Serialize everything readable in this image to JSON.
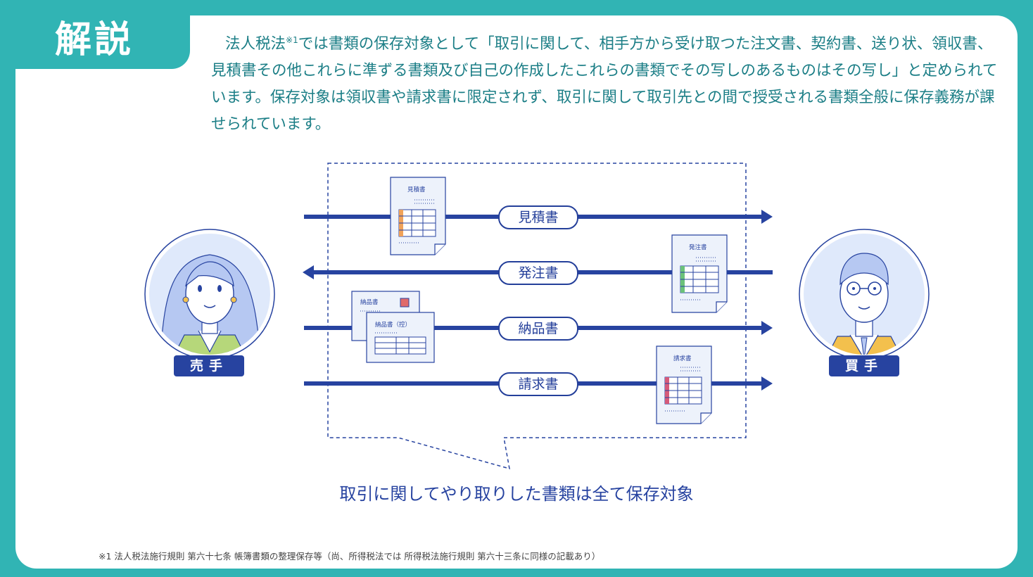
{
  "header": {
    "title": "解説"
  },
  "intro": {
    "lead": "法人税法",
    "footnote_mark": "※1",
    "body": "では書類の保存対象として「取引に関して、相手方から受け取つた注文書、契約書、送り状、領収書、見積書その他これらに準ずる書類及び自己の作成したこれらの書類でその写しのあるものはその写し」と定められています。保存対象は領収書や請求書に限定されず、取引に関して取引先との間で授受される書類全般に保存義務が課せられています。"
  },
  "diagram": {
    "seller_label": "売手",
    "buyer_label": "買手",
    "flows": [
      {
        "label": "見積書",
        "direction": "to-buyer"
      },
      {
        "label": "発注書",
        "direction": "to-seller"
      },
      {
        "label": "納品書",
        "direction": "to-buyer"
      },
      {
        "label": "請求書",
        "direction": "to-buyer"
      }
    ],
    "docs": {
      "estimate": "見積書",
      "order": "発注書",
      "delivery": "納品書",
      "delivery_copy": "納品書（控）",
      "invoice": "請求書"
    },
    "caption": "取引に関してやり取りした書類は全て保存対象"
  },
  "footnote": "※1 法人税法施行規則 第六十七条 帳簿書類の整理保存等（尚、所得税法では 所得税法施行規則 第六十三条に同様の記載あり）",
  "colors": {
    "teal": "#31b4b4",
    "navy": "#2743a0",
    "text_teal": "#1b7e86"
  }
}
